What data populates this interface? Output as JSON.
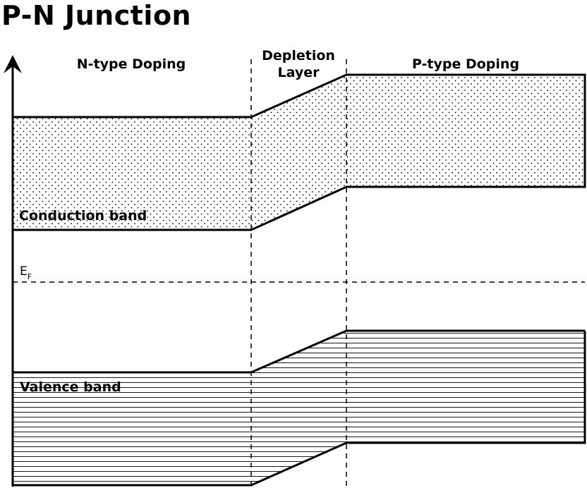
{
  "title": "P-N Junction",
  "regions": {
    "n_type": "N-type Doping",
    "depletion_line1": "Depletion",
    "depletion_line2": "Layer",
    "p_type": "P-type Doping"
  },
  "bands": {
    "conduction": "Conduction band",
    "valence": "Valence band"
  },
  "fermi_level": {
    "symbol": "E",
    "subscript": "F"
  },
  "colors": {
    "ink": "#000000",
    "background": "#ffffff"
  }
}
